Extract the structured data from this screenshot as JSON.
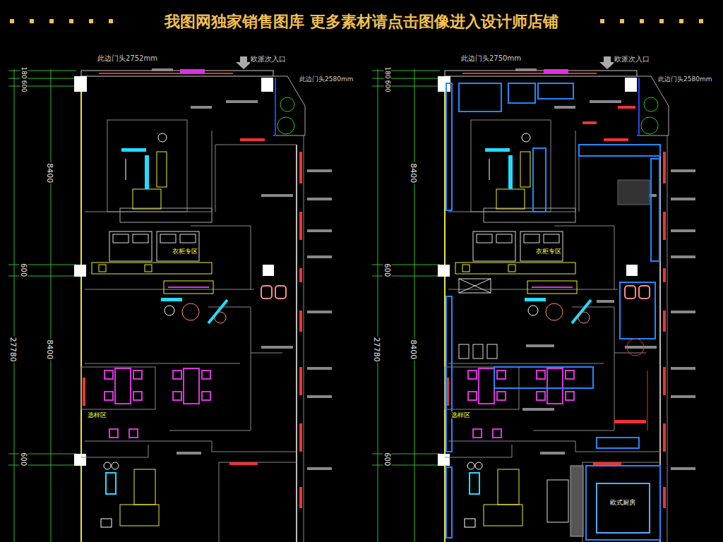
{
  "diagram": {
    "title": "我图网独家销售图库 更多素材请点击图像进入设计师店铺",
    "labels": [
      "此边门头2752mm",
      "欧派次入口",
      "此边门头2580mm",
      "180",
      "600",
      "8400",
      "600",
      "27780",
      "8400",
      "600",
      "衣柜专区",
      "选样区",
      "此边门头2750mm",
      "欧派次入口",
      "此边门头2580mm",
      "180",
      "600",
      "8400",
      "600",
      "27780",
      "8400",
      "600",
      "衣柜专区",
      "选样区",
      "欧式厨房"
    ]
  }
}
